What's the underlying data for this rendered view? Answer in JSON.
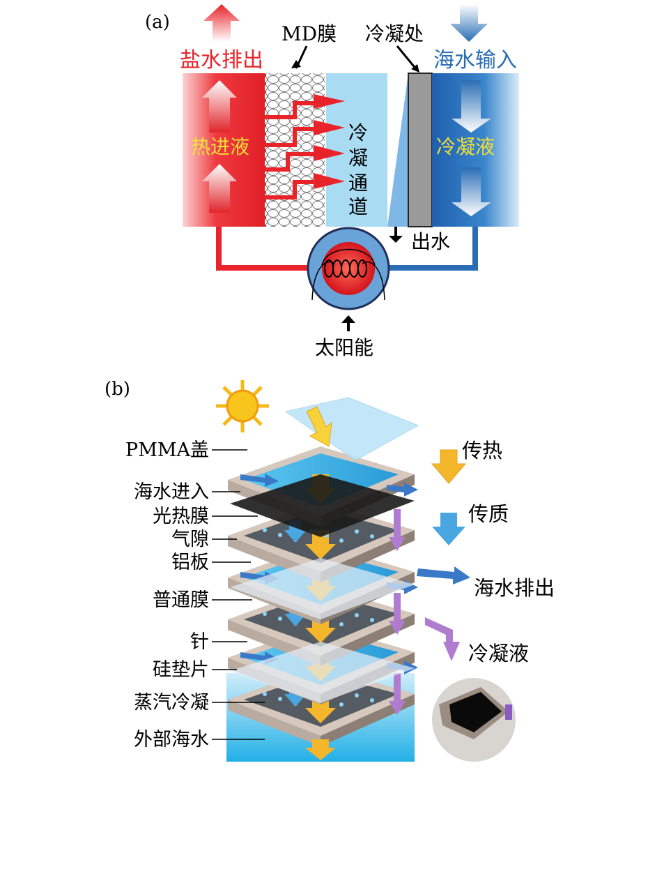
{
  "panel_a": {
    "label": "(a)",
    "brine_out": "盐水排出",
    "md_membrane": "MD膜",
    "condensation_site": "冷凝处",
    "seawater_in": "海水输入",
    "hot_feed": "热进液",
    "condensate": "冷凝液",
    "cooling_channel": [
      "冷",
      "凝",
      "通",
      "道"
    ],
    "water_out": "出水",
    "solar": "太阳能",
    "colors": {
      "hot": "#e8232a",
      "cold": "#2a6db5",
      "text_yellow": "#f2e03a",
      "channel": "#a9dcf3",
      "plate": "#9a9a9a"
    }
  },
  "panel_b": {
    "label": "(b)",
    "left_labels": [
      "PMMA盖",
      "海水进入",
      "光热膜",
      "气隙",
      "铝板",
      "普通膜",
      "针",
      "硅垫片",
      "蒸汽冷凝",
      "外部海水"
    ],
    "legend": {
      "heat_transfer": "传热",
      "mass_transfer": "传质",
      "seawater_out": "海水排出",
      "condensate": "冷凝液"
    },
    "colors": {
      "heat": "#f4b62a",
      "mass": "#4aa6e0",
      "seawater": "#3a78c8",
      "condensate": "#b07ccf"
    }
  }
}
